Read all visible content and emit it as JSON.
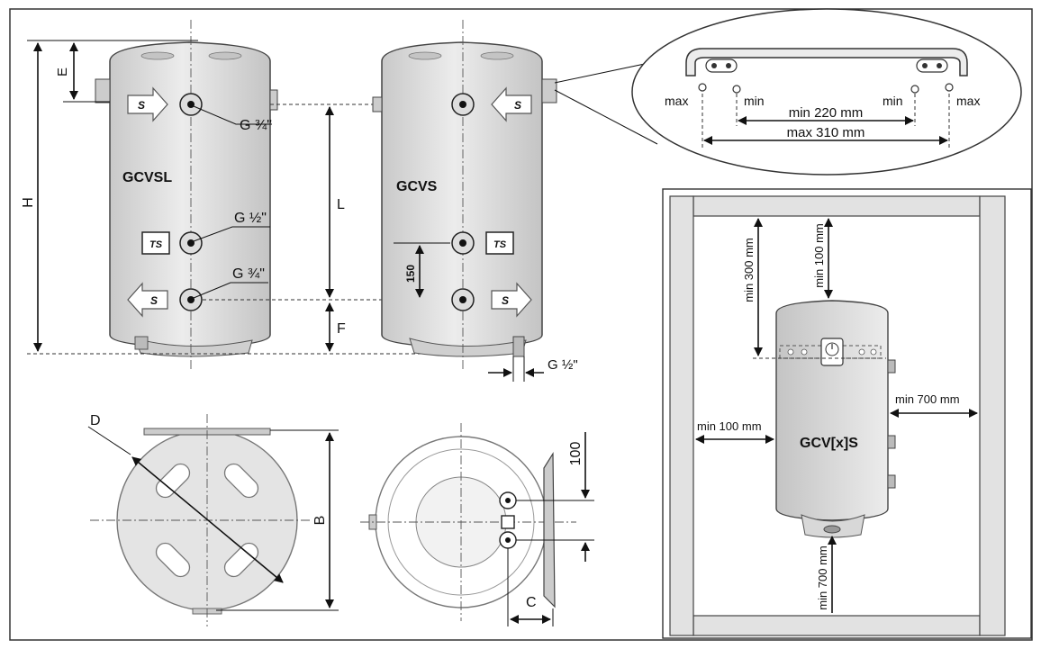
{
  "tanks": {
    "left_model": "GCVSL",
    "right_model": "GCVS",
    "room_model": "GCV[x]S"
  },
  "dimensions": {
    "H": "H",
    "E": "E",
    "L": "L",
    "F": "F",
    "D": "D",
    "B": "B",
    "C": "C",
    "offset_150": "150",
    "offset_100": "100"
  },
  "connections": {
    "upper_left": "G ¾\"",
    "middle_left": "G ½\"",
    "lower_left": "G ¾\"",
    "drain_right": "G ½\""
  },
  "badges": {
    "arrow": "S",
    "sensor": "TS"
  },
  "bracket": {
    "max_left": "max",
    "min_left": "min",
    "min_right": "min",
    "max_right": "max",
    "min_span": "min 220 mm",
    "max_span": "max 310 mm"
  },
  "clearances": {
    "top_300": "min 300 mm",
    "top_100": "min 100 mm",
    "side_left": "min 100 mm",
    "side_right": "min 700 mm",
    "bottom": "min 700 mm"
  }
}
